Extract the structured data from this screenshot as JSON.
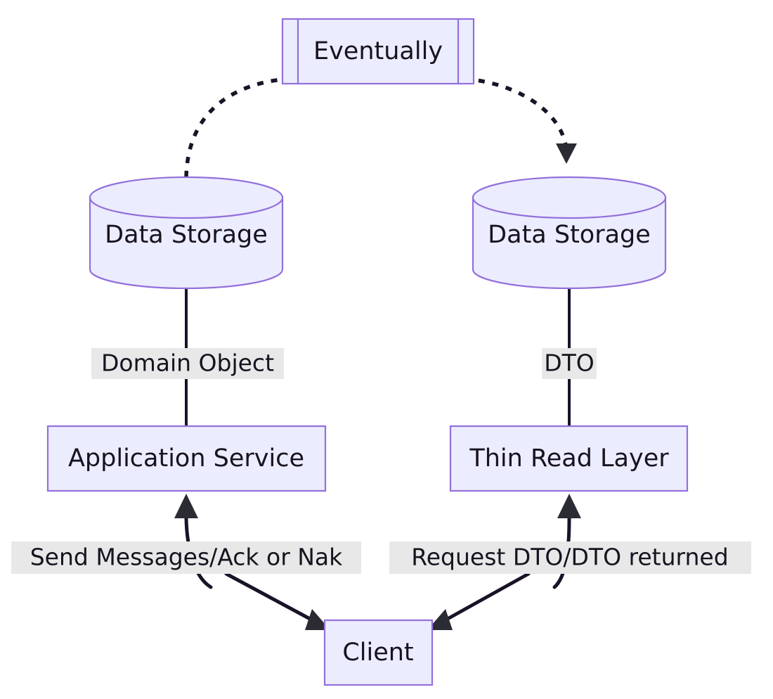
{
  "diagram": {
    "type": "flowchart",
    "direction": "bottom-up",
    "background_color": "#ffffff",
    "node_fill": "#ECECFF",
    "node_stroke": "#9370DB",
    "edge_color": "#1a1327",
    "edge_label_bg": "#E8E8E8",
    "text_color": "#17131f",
    "nodes": [
      {
        "id": "eventually",
        "label": "Eventually",
        "shape": "subroutine"
      },
      {
        "id": "write-storage",
        "label": "Data Storage",
        "shape": "cylinder"
      },
      {
        "id": "read-storage",
        "label": "Data Storage",
        "shape": "cylinder"
      },
      {
        "id": "app-service",
        "label": "Application Service",
        "shape": "rectangle"
      },
      {
        "id": "read-layer",
        "label": "Thin Read Layer",
        "shape": "rectangle"
      },
      {
        "id": "client",
        "label": "Client",
        "shape": "rectangle"
      }
    ],
    "edges": [
      {
        "id": "edge-eventual",
        "from": "write-storage",
        "to": "read-storage",
        "label": "",
        "style": "dotted",
        "arrow": "end"
      },
      {
        "id": "edge-domain",
        "from": "write-storage",
        "to": "app-service",
        "label": "Domain Object",
        "style": "solid",
        "arrow": "none"
      },
      {
        "id": "edge-dto",
        "from": "read-storage",
        "to": "read-layer",
        "label": "DTO",
        "style": "solid",
        "arrow": "none"
      },
      {
        "id": "edge-send",
        "from": "client",
        "to": "app-service",
        "label": "Send Messages/Ack or Nak",
        "style": "solid",
        "arrow": "end"
      },
      {
        "id": "edge-ack",
        "from": "app-service",
        "to": "client",
        "label": "",
        "style": "solid",
        "arrow": "end"
      },
      {
        "id": "edge-request",
        "from": "client",
        "to": "read-layer",
        "label": "Request DTO/DTO returned",
        "style": "solid",
        "arrow": "end"
      },
      {
        "id": "edge-dto-return",
        "from": "read-layer",
        "to": "client",
        "label": "",
        "style": "solid",
        "arrow": "end"
      }
    ],
    "edge_labels": {
      "domain_object": "Domain Object",
      "dto": "DTO",
      "send_messages": "Send Messages/Ack or Nak",
      "request_dto": "Request DTO/DTO returned"
    }
  }
}
